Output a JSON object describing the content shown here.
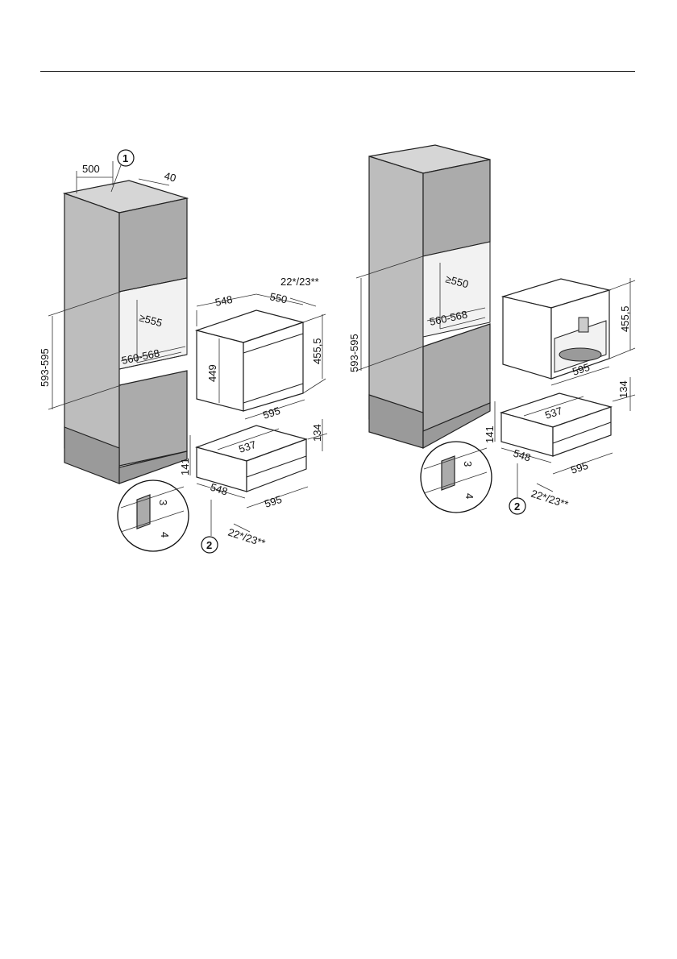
{
  "left_figure": {
    "callout_top": "1",
    "callout_bottom": "2",
    "dims": {
      "cab_depth": "500",
      "vent_slot": "40",
      "niche_height": "593-595",
      "niche_depth_min": "≥555",
      "niche_width": "560-568",
      "unit_depth": "548",
      "unit_body_depth": "550",
      "front_offset": "22*/23**",
      "unit_height": "455,5",
      "inner_height": "449",
      "unit_width": "595",
      "drawer_height_total": "141",
      "drawer_height": "134",
      "drawer_depth": "537",
      "drawer_width": "595",
      "drawer_unit_depth": "548",
      "drawer_front_offset": "22*/23**",
      "detail_gap_3": "3",
      "detail_gap_4": "4"
    }
  },
  "right_figure": {
    "callout_bottom": "2",
    "dims": {
      "niche_height": "593-595",
      "niche_depth_min": "≥550",
      "niche_width": "560-568",
      "unit_height": "455,5",
      "unit_width": "595",
      "drawer_depth": "537",
      "drawer_height": "134",
      "drawer_height_total": "141",
      "drawer_unit_depth": "548",
      "drawer_width": "595",
      "drawer_front_offset": "22*/23**",
      "detail_gap_3": "3",
      "detail_gap_4": "4"
    }
  }
}
